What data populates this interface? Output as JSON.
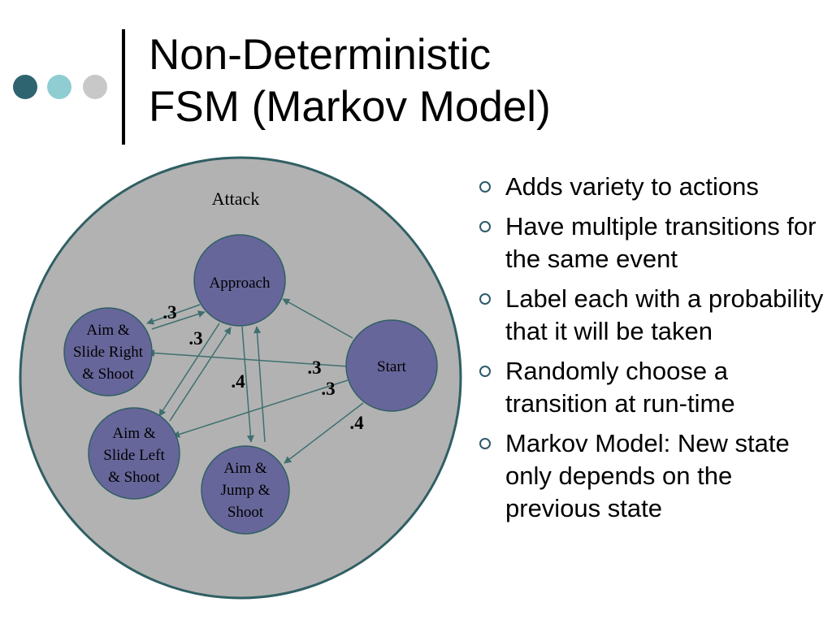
{
  "slide": {
    "title_lines": [
      "Non-Deterministic",
      "FSM (Markov Model)"
    ],
    "colors": {
      "dot_dark": "#2e6470",
      "dot_mid": "#8fcdd2",
      "dot_light": "#c8c8c8",
      "bullet": "#2e5a6b"
    }
  },
  "diagram": {
    "outer_label": "Attack",
    "colors": {
      "outer_fill": "#b2b2b2",
      "outer_stroke": "#2f5f63",
      "state_fill": "#67669a",
      "state_stroke": "#2f5f63",
      "arrow": "#3f6f6f"
    },
    "states": {
      "approach": "Approach",
      "aim_right": [
        "Aim &",
        "Slide Right",
        "& Shoot"
      ],
      "aim_left": [
        "Aim &",
        "Slide Left",
        "& Shoot"
      ],
      "aim_jump": [
        "Aim &",
        "Jump &",
        "Shoot"
      ],
      "start": "Start"
    },
    "probabilities": {
      "approach_right": ".3",
      "approach_left": ".3",
      "approach_jump": ".4",
      "start_right": ".3",
      "start_left": ".3",
      "start_jump": ".4"
    }
  },
  "bullets": [
    "Adds variety to actions",
    "Have multiple transitions for the same event",
    "Label each with a probability that it will be taken",
    "Randomly choose a transition at run-time",
    "Markov Model: New state only depends on the previous state"
  ]
}
